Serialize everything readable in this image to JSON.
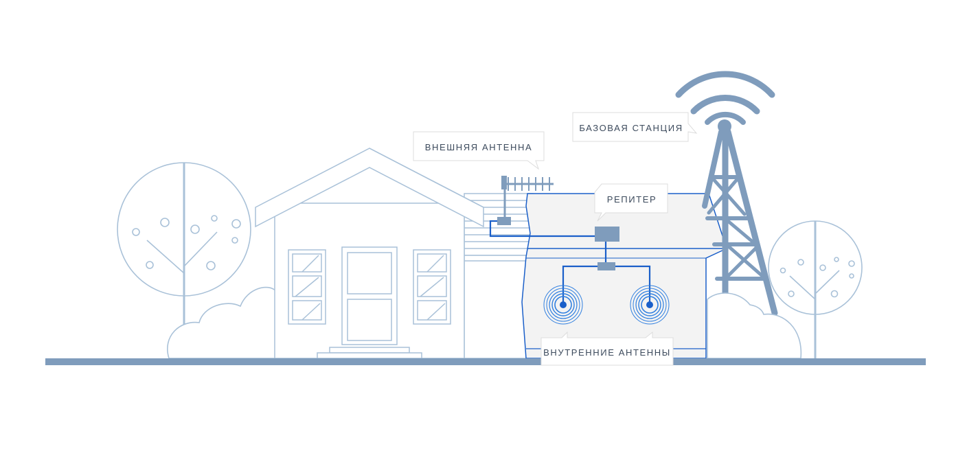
{
  "labels": {
    "external_antenna": "ВНЕШНЯЯ АНТЕННА",
    "base_station": "БАЗОВАЯ СТАНЦИЯ",
    "repeater": "РЕПИТЕР",
    "internal_antennas": "ВНУТРЕННИЕ АНТЕННЫ"
  },
  "colors": {
    "outline": "#a9c1d8",
    "steel": "#7f9cbc",
    "cable": "#1a5fc9",
    "signal": "#2f7fe0",
    "room_fill": "#f3f3f3",
    "label_border": "#dcdcdc"
  }
}
